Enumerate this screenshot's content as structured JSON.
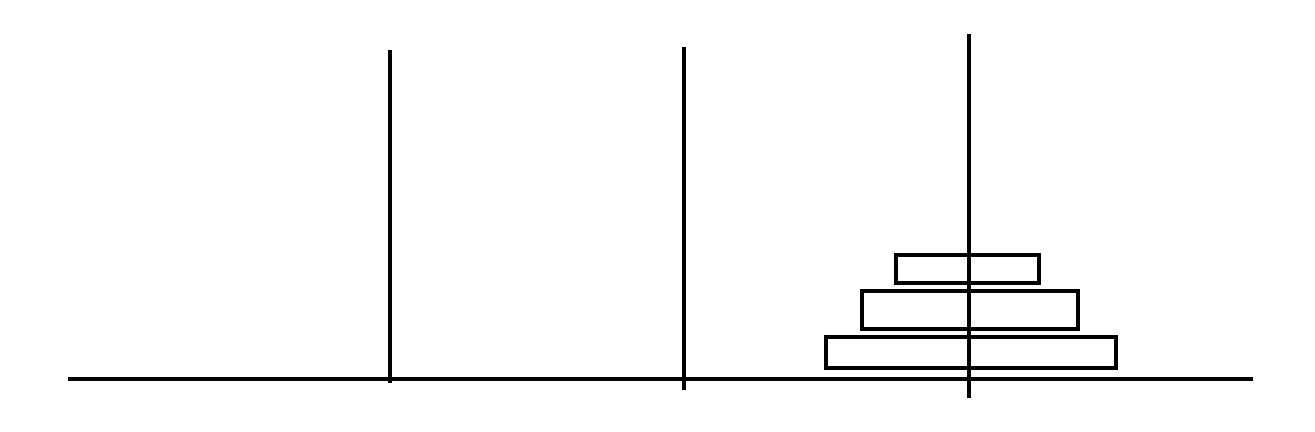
{
  "game": {
    "name": "Tower of Hanoi",
    "colors": {
      "background": "#ffffff",
      "stroke": "#000000"
    },
    "pegs": [
      {
        "id": "peg-1",
        "disks": []
      },
      {
        "id": "peg-2",
        "disks": []
      },
      {
        "id": "peg-3",
        "disks": [
          3,
          2,
          1
        ]
      }
    ],
    "disk_count": 3
  }
}
